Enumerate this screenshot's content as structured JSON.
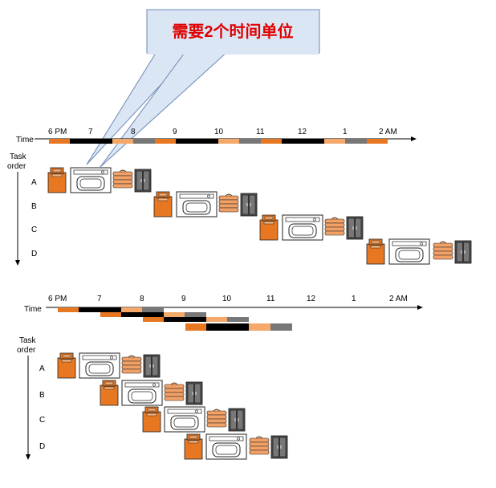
{
  "callout": {
    "text": "需要2个时间单位"
  },
  "colors": {
    "washer": "#e87722",
    "washer_light": "#f4a96a",
    "dryer": "#ffffff",
    "folder": "#f1a066",
    "storer": "#555555",
    "storer_light": "#888888",
    "black": "#000000",
    "callout_fill": "#dbe6f5",
    "callout_border": "#6b87b5",
    "callout_text": "#e00000"
  },
  "top_diagram": {
    "time_label": "Time",
    "task_order_label": [
      "Task",
      "order"
    ],
    "ticks": [
      "6 PM",
      "7",
      "8",
      "9",
      "10",
      "11",
      "12",
      "1",
      "2 AM"
    ],
    "rows": [
      "A",
      "B",
      "C",
      "D"
    ]
  },
  "bottom_diagram": {
    "time_label": "Time",
    "task_order_label": [
      "Task",
      "order"
    ],
    "ticks": [
      "6 PM",
      "7",
      "8",
      "9",
      "10",
      "11",
      "12",
      "1",
      "2 AM"
    ],
    "rows": [
      "A",
      "B",
      "C",
      "D"
    ]
  }
}
